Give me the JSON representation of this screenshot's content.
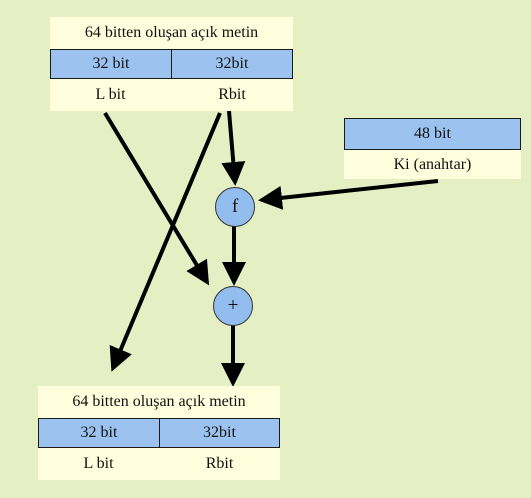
{
  "top_block": {
    "title": "64 bitten oluşan açık metin",
    "left_size": "32 bit",
    "right_size": "32bit",
    "left_label": "L bit",
    "right_label": "Rbit"
  },
  "key_block": {
    "size": "48 bit",
    "label": "Ki (anahtar)"
  },
  "f_node": "f",
  "xor_node": "+",
  "bottom_block": {
    "title": "64 bitten oluşan açık metin",
    "left_size": "32 bit",
    "right_size": "32bit",
    "left_label": "L bit",
    "right_label": "Rbit"
  },
  "colors": {
    "background": "#E4F0C4",
    "label_fill": "#FFFFDE",
    "header_fill": "#9CC3F0",
    "node_fill": "#92BDEE"
  }
}
